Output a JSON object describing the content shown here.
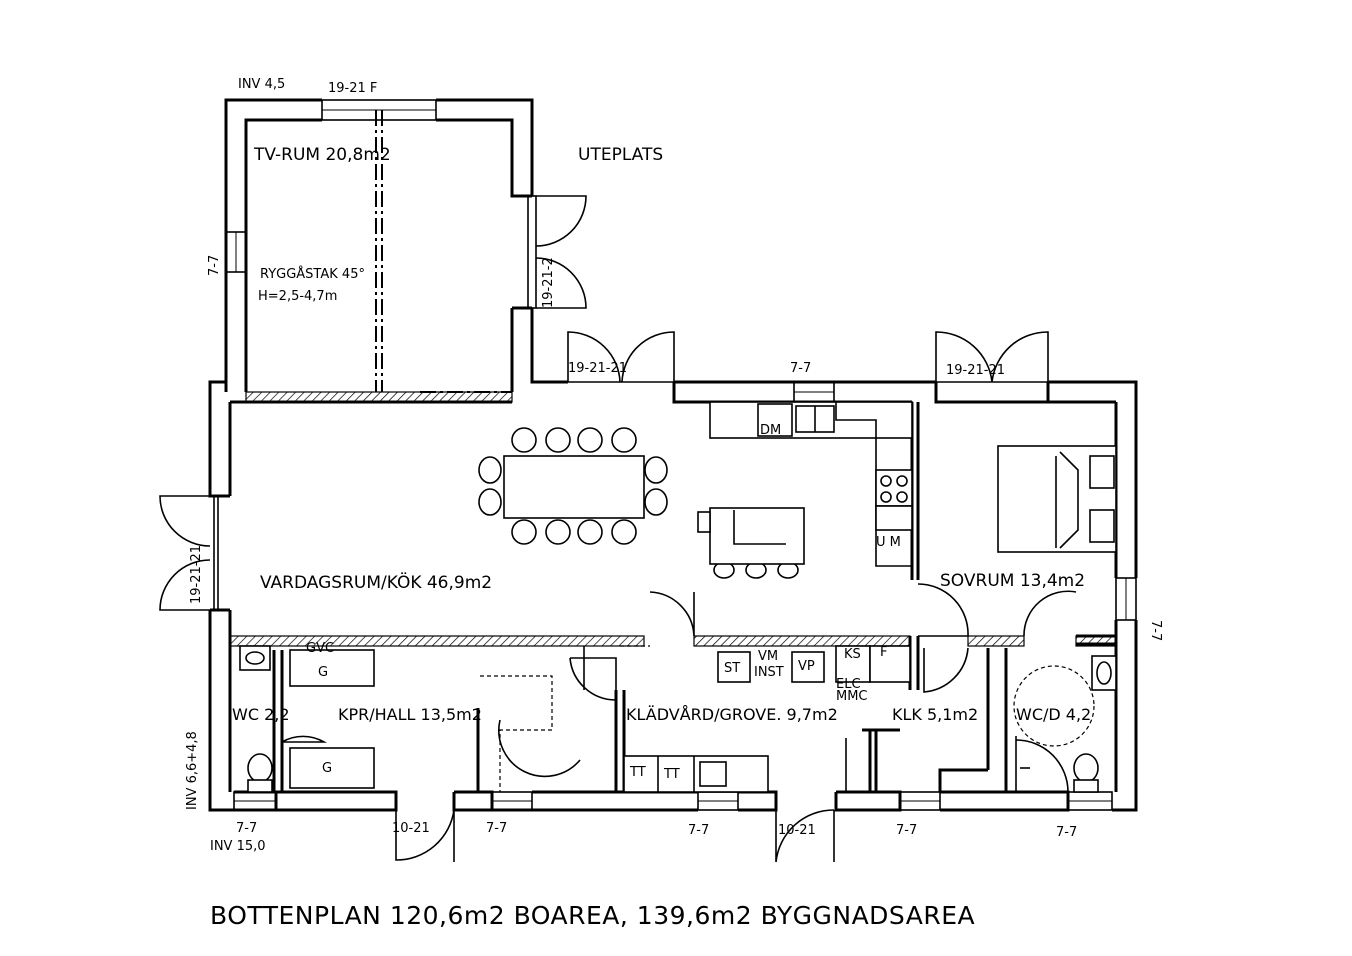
{
  "rooms": {
    "tv_rum": "TV-RUM 20,8m2",
    "ryggastak": "RYGGÅSTAK 45°",
    "height": "H=2,5-4,7m",
    "uteplats": "UTEPLATS",
    "vardagsrum": "VARDAGSRUM/KÖK 46,9m2",
    "sovrum": "SOVRUM 13,4m2",
    "wc": "WC 2,2",
    "kpr_hall": "KPR/HALL 13,5m2",
    "kladvard": "KLÄDVÅRD/GROVE. 9,7m2",
    "klk": "KLK 5,1m2",
    "wc_d": "WC/D 4,2"
  },
  "annotations": {
    "inv_top": "INV 4,5",
    "inv_left": "INV 6,6+4,8",
    "inv_bottom": "INV 15,0",
    "win_19_21_f": "19-21 F",
    "win_7_7": "7-7",
    "door_19_21_2": "19-21-2",
    "door_19_21_21": "19-21-21",
    "door_10_21": "10-21"
  },
  "fixtures": {
    "dm": "DM",
    "um": "U M",
    "gvc": "GVC",
    "g": "G",
    "st": "ST",
    "vm": "VM",
    "inst": "INST",
    "vp": "VP",
    "ks": "KS",
    "f": "F",
    "elc": "ELC",
    "mmc": "MMC",
    "tt": "TT"
  },
  "footer": {
    "caption": "BOTTENPLAN 120,6m2 BOAREA, 139,6m2 BYGGNADSAREA"
  }
}
